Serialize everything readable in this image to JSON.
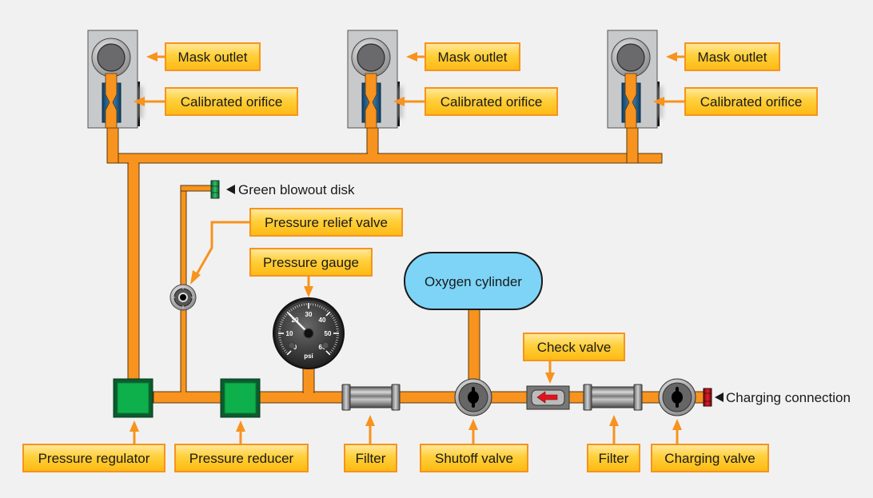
{
  "diagram": {
    "title": "Oxygen system schematic",
    "colors": {
      "background": "#f1f1f1",
      "pipe": "#f7931e",
      "pipe_edge": "#5a3a10",
      "label_fill_top": "#ffe27a",
      "label_fill_bottom": "#fdb913",
      "label_border": "#f7931e",
      "arrow": "#f7931e",
      "regulator_green": "#0db04b",
      "regulator_border": "#0a5c2e",
      "cylinder_fill": "#7dd4f7",
      "blowout_disk": "#1e9e4a",
      "charging_connection": "#c1121f",
      "check_arrow": "#e0141e"
    },
    "mask_units": [
      {
        "outlet_label": "Mask outlet",
        "orifice_label": "Calibrated orifice"
      },
      {
        "outlet_label": "Mask outlet",
        "orifice_label": "Calibrated orifice"
      },
      {
        "outlet_label": "Mask outlet",
        "orifice_label": "Calibrated orifice"
      }
    ],
    "callouts": {
      "green_blowout_disk": "Green blowout disk",
      "pressure_relief_valve": "Pressure relief valve",
      "pressure_gauge": "Pressure gauge",
      "oxygen_cylinder": "Oxygen cylinder",
      "check_valve": "Check valve",
      "charging_connection": "Charging connection",
      "pressure_regulator": "Pressure regulator",
      "pressure_reducer": "Pressure reducer",
      "filter_1": "Filter",
      "shutoff_valve": "Shutoff valve",
      "filter_2": "Filter",
      "charging_valve": "Charging valve"
    },
    "gauge": {
      "ticks": [
        "0",
        "10",
        "20",
        "30",
        "40",
        "50",
        "60"
      ],
      "unit": "psi",
      "reading": 20
    }
  }
}
